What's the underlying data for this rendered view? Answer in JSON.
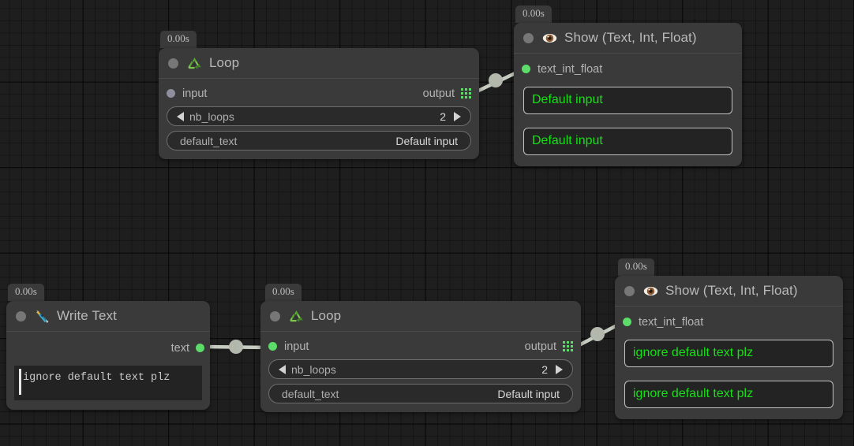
{
  "canvas": {
    "background_color": "#1e1e1e",
    "grid_line_color": "#141414",
    "edge_color": "#c6ccc0"
  },
  "colors": {
    "node_bg": "#3a3a3a",
    "node_header_border": "#4b4b4b",
    "port_connected": "#5cdc68",
    "port_unconnected": "#8e8e9e",
    "output_text_green": "#16e016",
    "field_bg": "#2a2a2a",
    "title_text": "#b9b9b9"
  },
  "nodes": [
    {
      "id": "loop-top",
      "badge": "0.00s",
      "title": "Loop",
      "icon": "recycle-icon",
      "input": {
        "label": "input",
        "connected": false
      },
      "output": {
        "label": "output",
        "icon": "grid-output-icon"
      },
      "fields": [
        {
          "name": "nb_loops",
          "value": "2",
          "type": "stepper"
        },
        {
          "name": "default_text",
          "value": "Default input",
          "type": "text"
        }
      ]
    },
    {
      "id": "show-top",
      "badge": "0.00s",
      "title": "Show (Text, Int, Float)",
      "icon": "eye-icon",
      "input": {
        "label": "text_int_float",
        "connected": true
      },
      "outputs": [
        "Default input",
        "Default input"
      ]
    },
    {
      "id": "write-text",
      "badge": "0.00s",
      "title": "Write Text",
      "icon": "pen-nib-icon",
      "output": {
        "label": "text",
        "connected": true
      },
      "editor_value": "ignore default text plz"
    },
    {
      "id": "loop-bottom",
      "badge": "0.00s",
      "title": "Loop",
      "icon": "recycle-icon",
      "input": {
        "label": "input",
        "connected": true
      },
      "output": {
        "label": "output",
        "icon": "grid-output-icon"
      },
      "fields": [
        {
          "name": "nb_loops",
          "value": "2",
          "type": "stepper"
        },
        {
          "name": "default_text",
          "value": "Default input",
          "type": "text"
        }
      ]
    },
    {
      "id": "show-bottom",
      "badge": "0.00s",
      "title": "Show (Text, Int, Float)",
      "icon": "eye-icon",
      "input": {
        "label": "text_int_float",
        "connected": true
      },
      "outputs": [
        "ignore default text plz",
        "ignore default text plz"
      ]
    }
  ]
}
